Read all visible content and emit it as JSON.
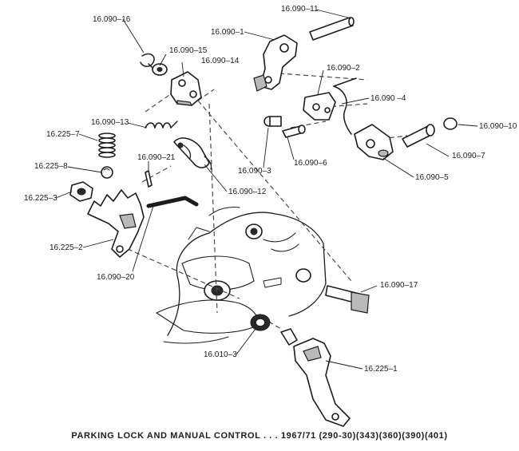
{
  "caption": "PARKING LOCK AND MANUAL CONTROL . . . 1967/71  (290-30)(343)(360)(390)(401)",
  "part_labels": {
    "p16_090_16": "16.090–16",
    "p16_090_15": "16.090–15",
    "p16_090_14": "16.090–14",
    "p16_090_13": "16.090–13",
    "p16_225_7": "16.225–7",
    "p16_225_8": "16.225–8",
    "p16_090_21": "16.090–21",
    "p16_225_3": "16.225–3",
    "p16_225_2": "16.225–2",
    "p16_090_20": "16.090–20",
    "p16_090_12": "16.090–12",
    "p16_090_11": "16.090–11",
    "p16_090_1": "16.090–1",
    "p16_090_2": "16.090–2",
    "p16_090_4": "16.090 –4",
    "p16_090_10": "16.090–10",
    "p16_090_7": "16.090–7",
    "p16_090_5": "16.090–5",
    "p16_090_3": "16.090–3",
    "p16_090_6": "16.090–6",
    "p16_090_17": "16.090–17",
    "p16_010_3": "16.010–3",
    "p16_225_1": "16.225–1"
  }
}
